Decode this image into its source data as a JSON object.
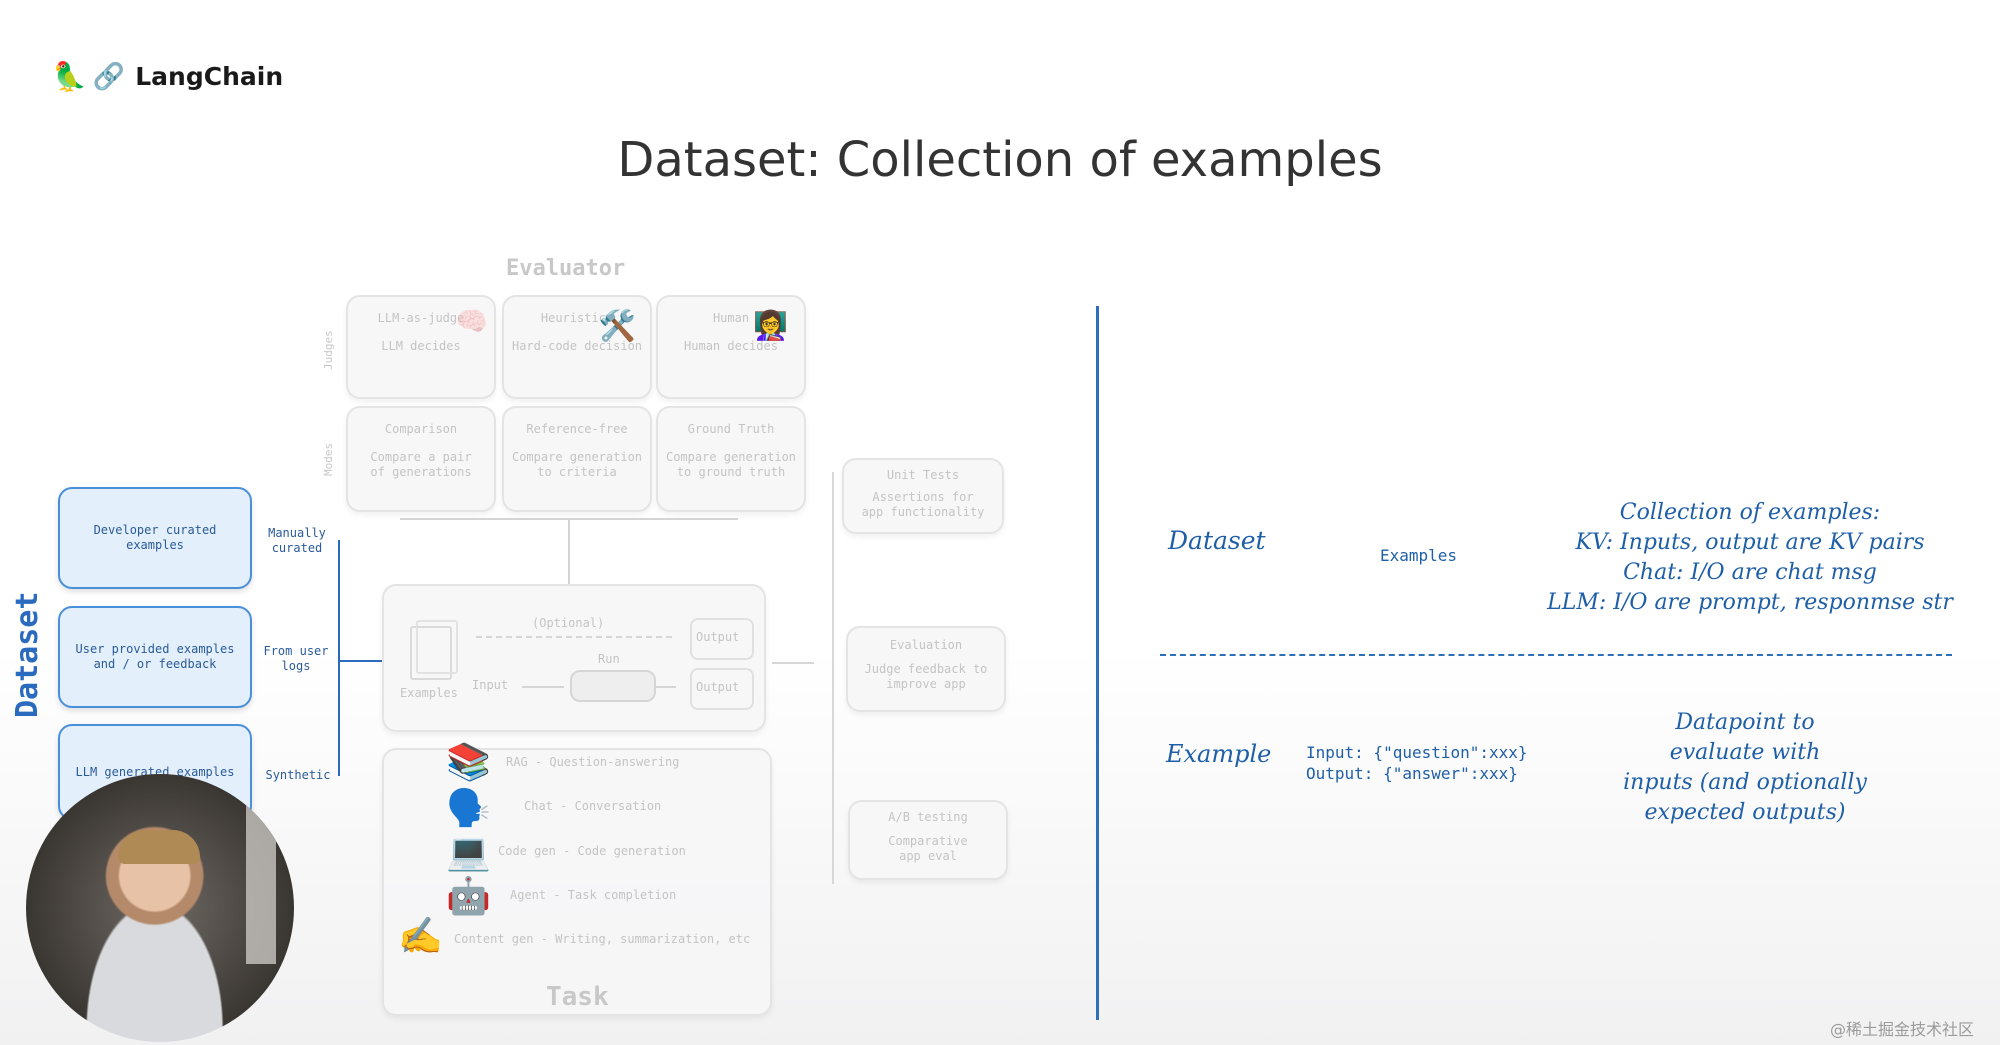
{
  "header": {
    "brand": "LangChain",
    "title": "Dataset: Collection of examples"
  },
  "diagram": {
    "evaluator_title": "Evaluator",
    "judges_label": "Judges",
    "modes_label": "Modes",
    "judges": [
      {
        "title": "LLM-as-judge",
        "sub": "LLM decides"
      },
      {
        "title": "Heuristics",
        "sub": "Hard-code decision"
      },
      {
        "title": "Human",
        "sub": "Human decides"
      }
    ],
    "modes": [
      {
        "title": "Comparison",
        "sub": "Compare a pair of generations"
      },
      {
        "title": "Reference-free",
        "sub": "Compare generation to criteria"
      },
      {
        "title": "Ground Truth",
        "sub": "Compare generation to ground truth"
      }
    ],
    "dataset_label": "Dataset",
    "dataset_sources": [
      {
        "box": "Developer curated examples",
        "label": "Manually curated"
      },
      {
        "box": "User provided examples and / or feedback",
        "label": "From user logs"
      },
      {
        "box": "LLM generated examples",
        "label": "Synthetic"
      }
    ],
    "flow": {
      "examples": "Examples",
      "optional": "(Optional)",
      "input": "Input",
      "run": "Run",
      "output_top": "Output",
      "output_bottom": "Output"
    },
    "task_title": "Task",
    "tasks": [
      "RAG - Question-answering",
      "Chat - Conversation",
      "Code gen - Code generation",
      "Agent - Task completion",
      "Content gen - Writing, summarization, etc"
    ],
    "eval_types": [
      {
        "title": "Unit Tests",
        "sub": "Assertions for app functionality"
      },
      {
        "title": "Evaluation",
        "sub": "Judge feedback to improve app"
      },
      {
        "title": "A/B testing",
        "sub": "Comparative app eval"
      }
    ]
  },
  "notes": {
    "dataset_term": "Dataset",
    "dataset_mid": "Examples",
    "dataset_desc": [
      "Collection of examples:",
      "KV: Inputs, output are KV pairs",
      "Chat: I/O are chat msg",
      "LLM: I/O are prompt, responmse str"
    ],
    "example_term": "Example",
    "example_io": [
      "Input: {\"question\":xxx}",
      "Output: {\"answer\":xxx}"
    ],
    "example_desc": [
      "Datapoint to",
      "evaluate with",
      "inputs (and optionally",
      "expected outputs)"
    ]
  },
  "watermark": "@稀土掘金技术社区",
  "colors": {
    "blue": "#1f5fa8",
    "box_blue": "#4a90d9",
    "faded": "#c6c6c6"
  }
}
